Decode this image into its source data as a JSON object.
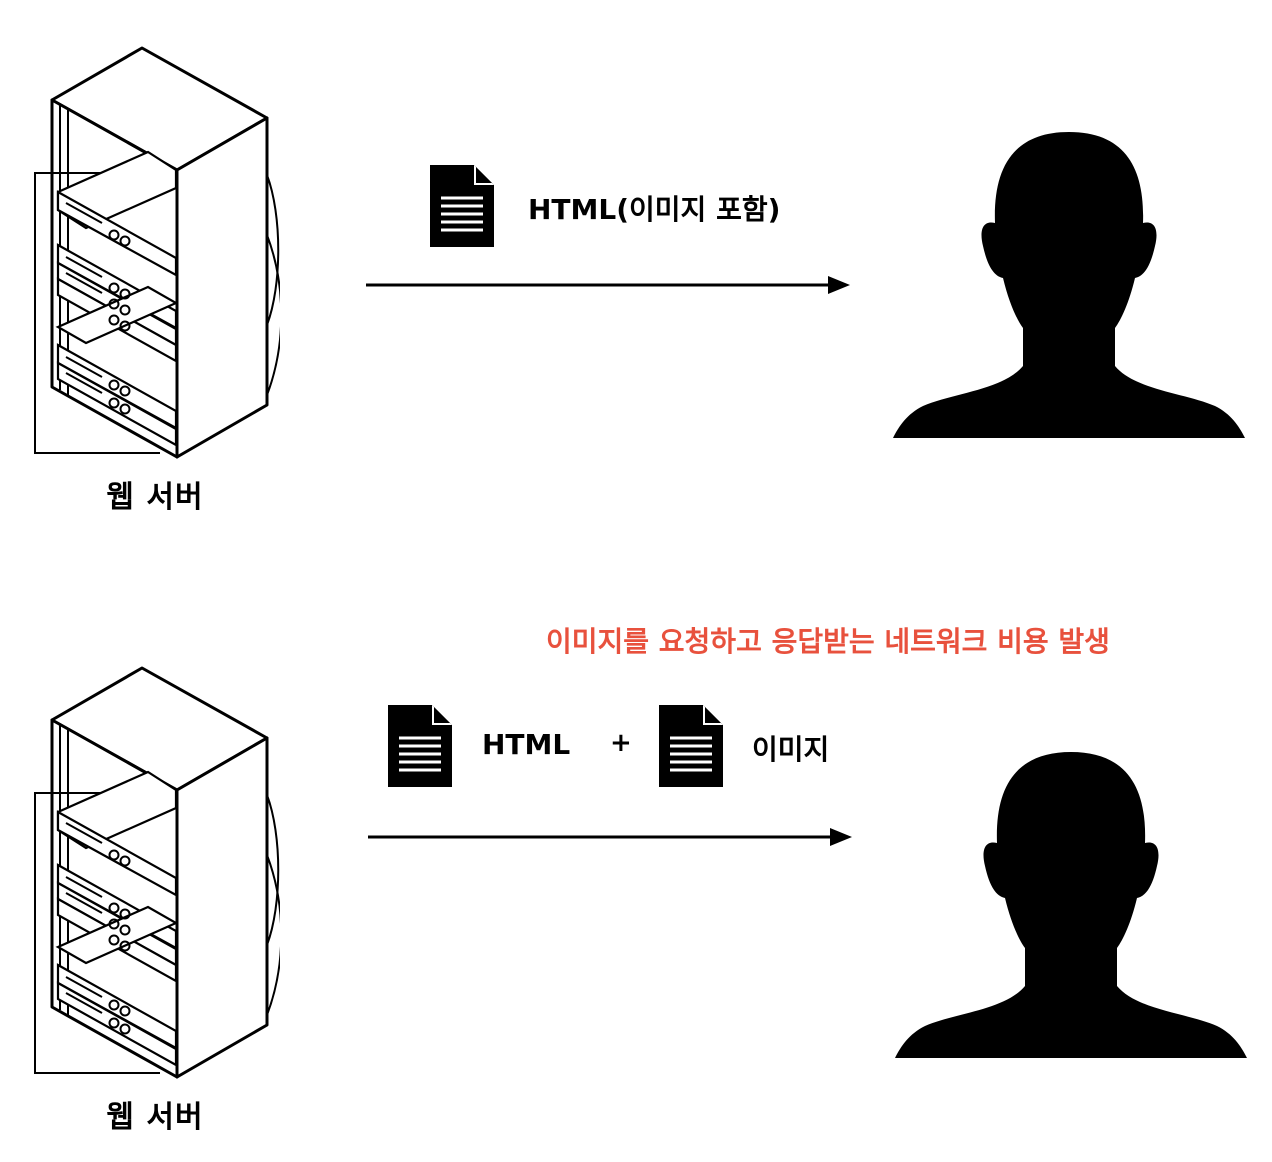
{
  "top": {
    "server_label": "웹 서버",
    "doc_label": "HTML(이미지 포함)"
  },
  "bottom": {
    "note": "이미지를 요청하고 응답받는 네트워크 비용 발생",
    "html_label": "HTML",
    "plus": "+",
    "image_label": "이미지",
    "server_label": "웹 서버"
  },
  "colors": {
    "note": "#e8513d",
    "ink": "#000000"
  },
  "icons": [
    "server-rack-icon",
    "document-icon",
    "arrow-right-icon",
    "person-silhouette-icon"
  ]
}
